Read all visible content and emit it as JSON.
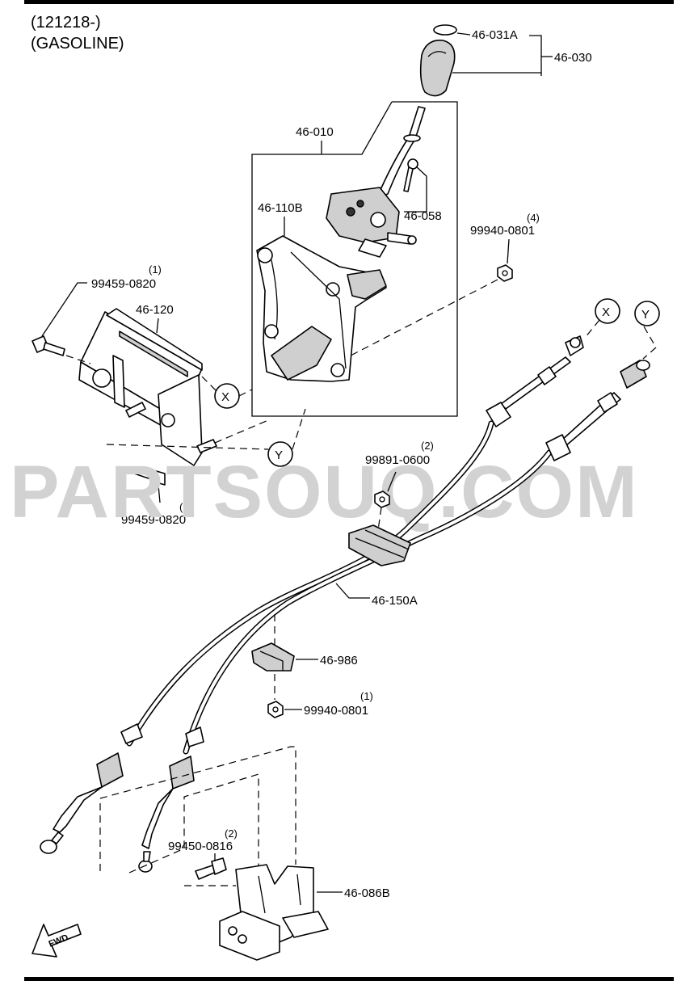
{
  "header": {
    "line1": "(121218-)",
    "line2": "(GASOLINE)"
  },
  "watermark": "PARTSOUQ.COM",
  "callouts": {
    "x_left": "X",
    "x_right": "X",
    "y_left": "Y",
    "y_right": "Y"
  },
  "parts": {
    "p46_031A": "46-031A",
    "p46_030": "46-030",
    "p46_010": "46-010",
    "p46_110B": "46-110B",
    "p46_058": "46-058",
    "p99940_0801_top": "99940-0801",
    "p99940_0801_top_qty": "(4)",
    "p99459_0820_top": "99459-0820",
    "p99459_0820_top_qty": "(1)",
    "p46_120": "46-120",
    "p99891_0600": "99891-0600",
    "p99891_0600_qty": "(2)",
    "p99459_0820_bot": "99459-0820",
    "p99459_0820_bot_qty": "(1)",
    "p46_150A": "46-150A",
    "p46_986": "46-986",
    "p99940_0801_bot": "99940-0801",
    "p99940_0801_bot_qty": "(1)",
    "p99450_0816": "99450-0816",
    "p99450_0816_qty": "(2)",
    "p46_086B": "46-086B"
  },
  "fwd_label": "FWD",
  "colors": {
    "line": "#000000",
    "watermark": "#d2d2d2",
    "background": "#ffffff"
  }
}
